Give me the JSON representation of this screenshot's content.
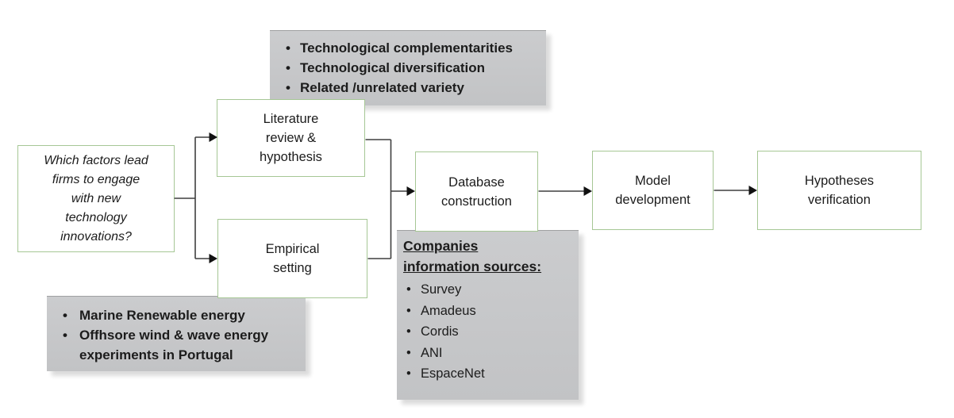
{
  "question": {
    "text": "Which factors lead\nfirms to engage\nwith new\ntechnology\ninnovations?"
  },
  "flow": [
    {
      "id": "literature-review",
      "label": "Literature\nreview &\nhypothesis"
    },
    {
      "id": "empirical-setting",
      "label": "Empirical\nsetting"
    },
    {
      "id": "database-construction",
      "label": "Database\nconstruction"
    },
    {
      "id": "model-development",
      "label": "Model\ndevelopment"
    },
    {
      "id": "hypotheses-verification",
      "label": "Hypotheses\nverification"
    }
  ],
  "callouts": {
    "theory": {
      "items": [
        "Technological complementarities",
        "Technological diversification",
        "Related /unrelated variety"
      ]
    },
    "empirical": {
      "items": [
        "Marine Renewable energy",
        "Offhsore wind & wave energy experiments in Portugal"
      ]
    },
    "sources": {
      "title": "Companies\ninformation sources:",
      "items": [
        "Survey",
        "Amadeus",
        "Cordis",
        "ANI",
        "EspaceNet"
      ]
    }
  },
  "colors": {
    "box_border": "#a6c795",
    "callout_bg_top": "#cbccce",
    "callout_bg_bottom": "#c2c3c5",
    "arrow": "#3f3f3f",
    "arrowhead": "#111111",
    "text": "#1c1c1c"
  }
}
